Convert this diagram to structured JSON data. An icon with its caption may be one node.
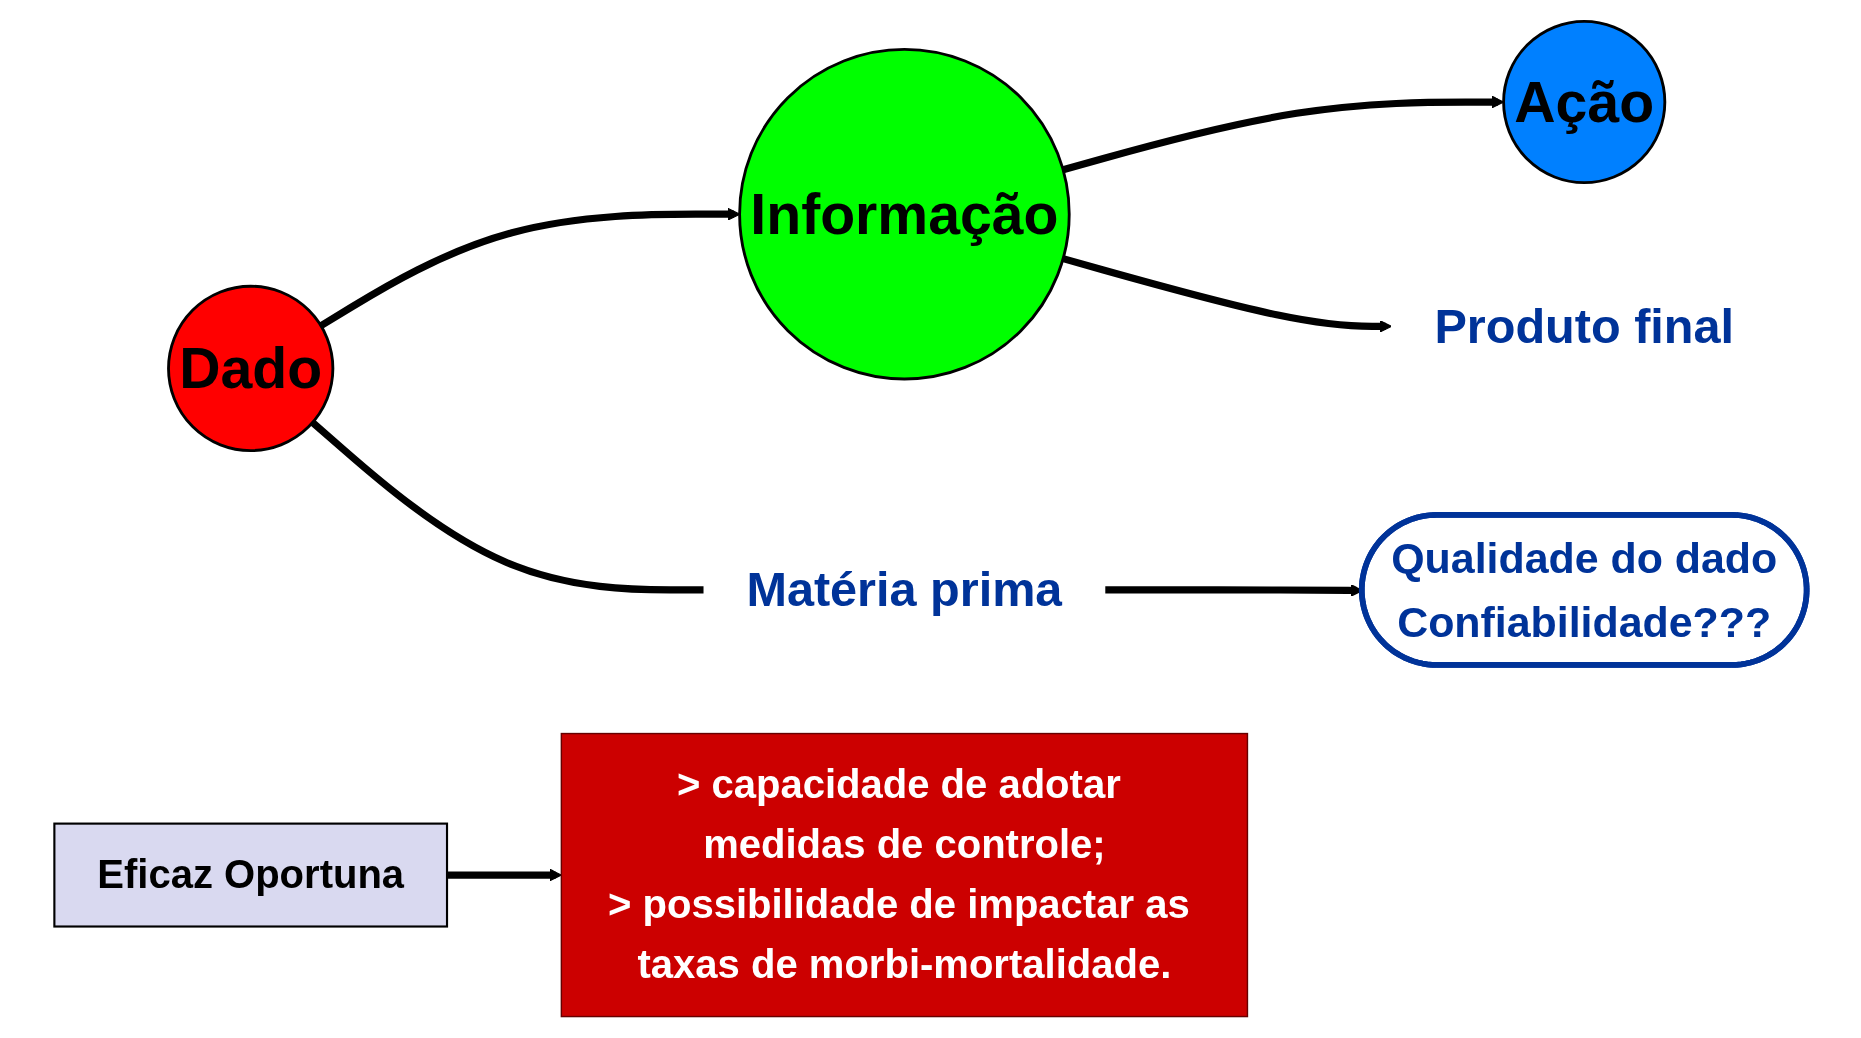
{
  "diagram": {
    "nodes": [
      {
        "text": [
          "Dado"
        ]
      },
      {
        "text": [
          "Informação"
        ]
      },
      {
        "text": [
          "Ação"
        ]
      },
      {
        "text": [
          "Matéria prima"
        ]
      },
      {
        "text": [
          "Qualidade do dado",
          "Confiabilidade???"
        ]
      },
      {
        "text": [
          "Produto final"
        ]
      },
      {
        "text": [
          "Eficaz Oportuna"
        ]
      },
      {
        "text": [
          "> capacidade de adotar medidas de controle;",
          "> possibilidade de impactar as taxas de morbi-mortalidade."
        ]
      }
    ],
    "edges": [
      {
        "from": 0,
        "to": 1,
        "arrow": "to"
      },
      {
        "from": 1,
        "to": 2,
        "arrow": "to"
      },
      {
        "from": 0,
        "to": 3,
        "arrow": "none"
      },
      {
        "from": 3,
        "to": 4,
        "arrow": "to"
      },
      {
        "from": 1,
        "to": 5,
        "arrow": "to"
      },
      {
        "from": 6,
        "to": 7,
        "arrow": "to"
      }
    ]
  }
}
